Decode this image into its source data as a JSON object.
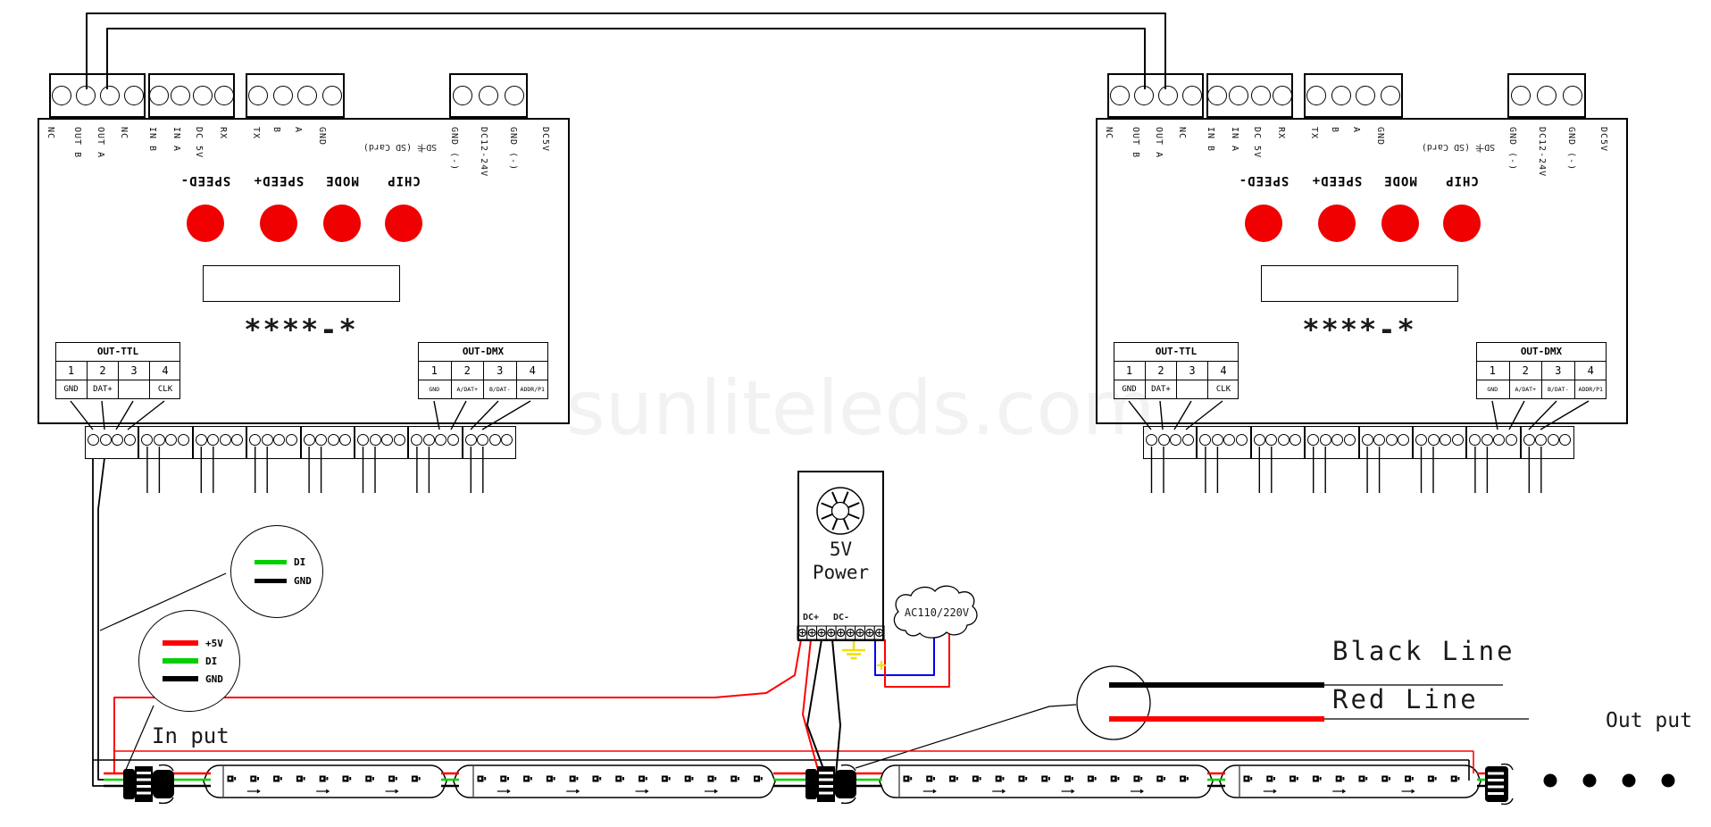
{
  "watermark": "sunliteleds.com",
  "labels": {
    "input": "In put",
    "output": "Out put",
    "black_line": "Black Line",
    "red_line": "Red Line"
  },
  "controller": {
    "pins": [
      "NC",
      "OUT B",
      "OUT A",
      "NC",
      "IN B",
      "IN A",
      "DC 5V",
      "RX",
      "TX",
      "B",
      "A",
      "GND",
      "SD卡 (SD Card)",
      "GND (-)",
      "DC12-24V",
      "GND (-)",
      "DC5V"
    ],
    "buttons": [
      "SPEED-",
      "SPEED+",
      "MODE",
      "CHIP"
    ],
    "model": "****-*",
    "out_ttl": {
      "title": "OUT-TTL",
      "cols": [
        "1",
        "2",
        "3",
        "4"
      ],
      "labels": [
        "GND",
        "DAT+",
        "",
        "CLK"
      ]
    },
    "out_dmx": {
      "title": "OUT-DMX",
      "cols": [
        "1",
        "2",
        "3",
        "4"
      ],
      "labels": [
        "GND",
        "A/DAT+",
        "B/DAT-",
        "ADDR/P1"
      ]
    }
  },
  "power_supply": {
    "line1": "5V",
    "line2": "Power",
    "terminals": {
      "dc_plus": "DC+",
      "dc_minus": "DC-"
    }
  },
  "ac_source": {
    "label": "AC110/220V"
  },
  "callouts": {
    "input_signal": [
      {
        "label": "DI",
        "color": "#00d000"
      },
      {
        "label": "GND",
        "color": "#000000"
      }
    ],
    "input_power": [
      {
        "label": "+5V",
        "color": "#ff0000"
      },
      {
        "label": "DI",
        "color": "#00d000"
      },
      {
        "label": "GND",
        "color": "#000000"
      }
    ]
  },
  "colors": {
    "button": "#f00000",
    "wire_red": "#ff0000",
    "wire_green": "#00d000",
    "wire_black": "#000000",
    "wire_blue": "#0000ee",
    "earth_yellow": "#f0e000",
    "watermark": "#f2f2f2"
  }
}
